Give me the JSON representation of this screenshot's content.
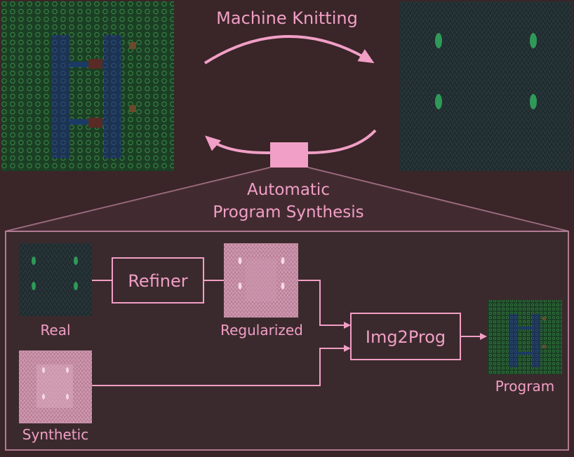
{
  "labels": {
    "top_loop": "Machine Knitting",
    "synthesis_line1": "Automatic",
    "synthesis_line2": "Program Synthesis",
    "refiner": "Refiner",
    "img2prog": "Img2Prog",
    "real": "Real",
    "regularized": "Regularized",
    "synthetic": "Synthetic",
    "program": "Program"
  },
  "colors": {
    "background": "#3a2528",
    "panel_background": "#3b2a2d",
    "accent_pink": "#f19fc6",
    "pattern_green": "#1c4a2a",
    "pattern_blue": "#1e3a5a",
    "knit_dark": "#1e2a2c",
    "knit_pink": "#c58aa3"
  },
  "images": {
    "top_left": "knitting-program-pattern",
    "top_right": "knitted-fabric-photo",
    "real": "real-fabric-thumbnail",
    "regularized": "regularized-fabric-thumbnail",
    "synthetic": "synthetic-fabric-thumbnail",
    "program": "program-pattern-thumbnail"
  }
}
